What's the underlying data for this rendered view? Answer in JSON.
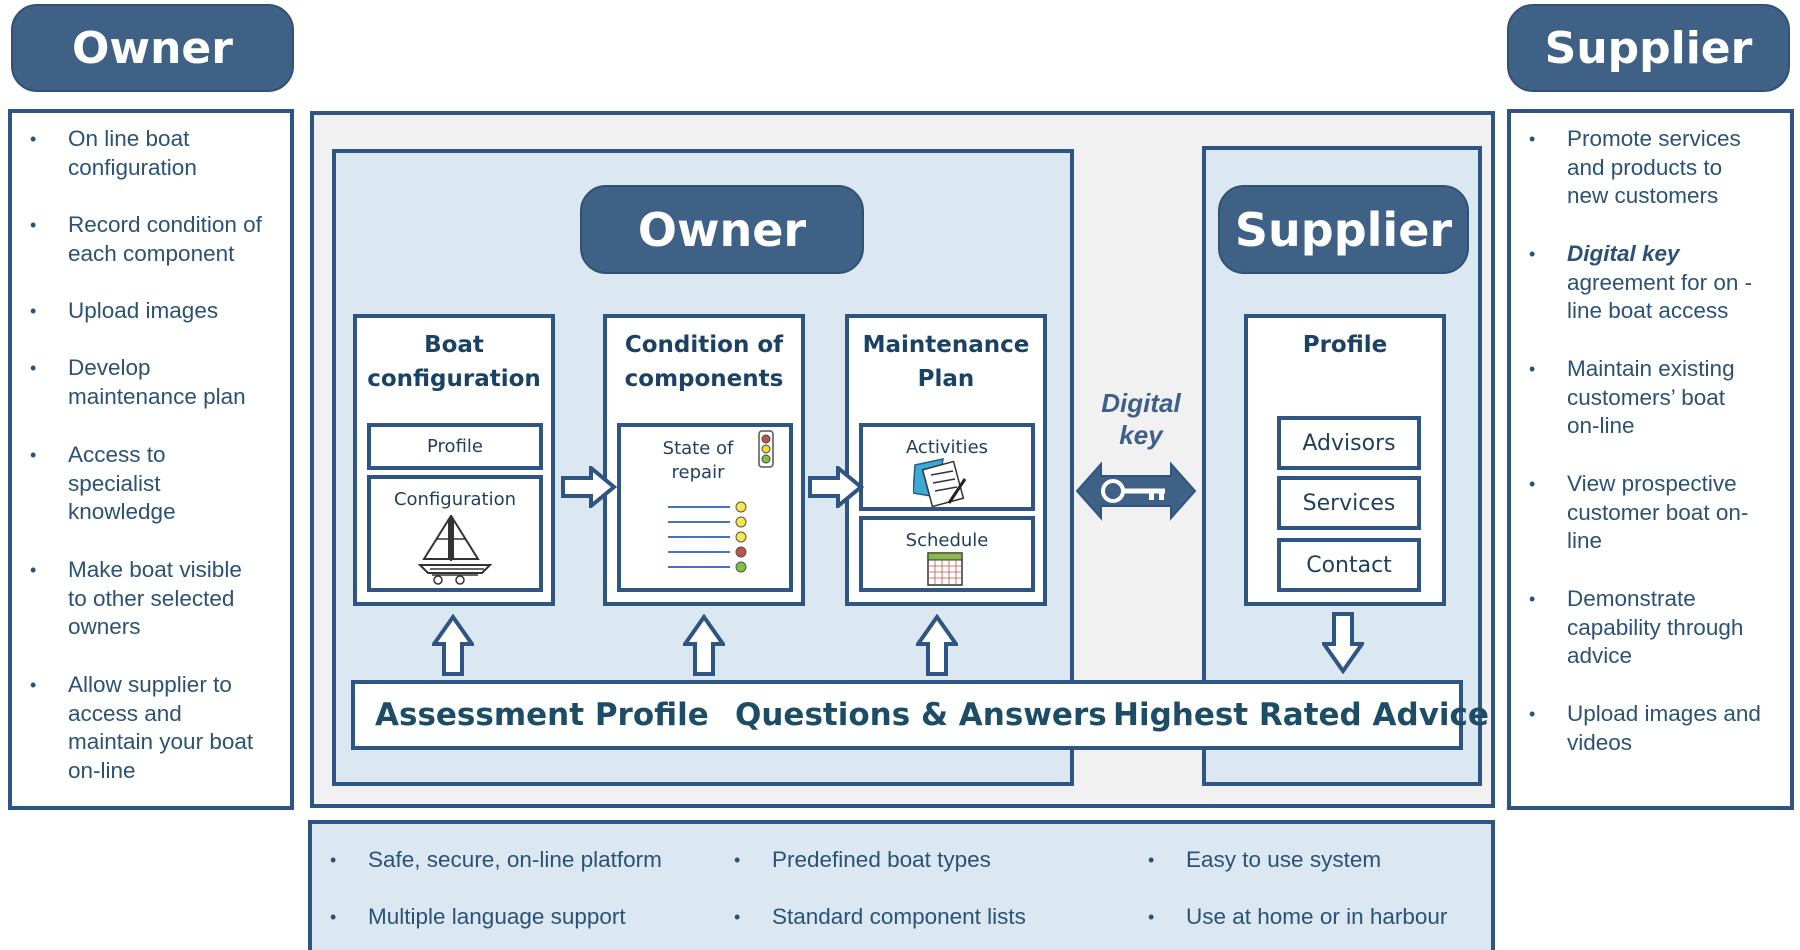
{
  "left": {
    "title": "Owner",
    "items": [
      [
        "On line boat",
        "configuration"
      ],
      [
        "Record condition of",
        "each component"
      ],
      [
        "Upload images"
      ],
      [
        "Develop",
        "maintenance plan"
      ],
      [
        "Access to",
        "specialist",
        "knowledge"
      ],
      [
        "Make boat visible",
        "to other selected",
        "owners"
      ],
      [
        "Allow supplier to",
        "access and",
        "maintain your boat",
        "on-line"
      ]
    ]
  },
  "right": {
    "title": "Supplier",
    "items": [
      [
        "Promote services",
        "and products to",
        "new customers"
      ],
      [
        "Digital key",
        "agreement for on -",
        "line boat access"
      ],
      [
        "Maintain existing",
        "customers’ boat",
        "on-line"
      ],
      [
        "View prospective",
        "customer boat on-",
        "line"
      ],
      [
        "Demonstrate",
        "capability through",
        "advice"
      ],
      [
        "Upload images and",
        "videos"
      ]
    ]
  },
  "owner_panel": {
    "title": "Owner",
    "cards": [
      {
        "title": [
          "Boat",
          "configuration"
        ],
        "sub": [
          "Profile",
          "Configuration"
        ]
      },
      {
        "title": [
          "Condition of",
          "components"
        ],
        "sub": [
          "State of",
          "repair"
        ]
      },
      {
        "title": [
          "Maintenance",
          "Plan"
        ],
        "sub": [
          "Activities",
          "Schedule"
        ]
      }
    ]
  },
  "supplier_panel": {
    "title": "Supplier",
    "card_title": "Profile",
    "buttons": [
      "Advisors",
      "Services",
      "Contact"
    ]
  },
  "digital_key": [
    "Digital",
    "key"
  ],
  "bar": [
    "Assessment Profile",
    "Questions & Answers",
    "Highest Rated Advice"
  ],
  "bottom": [
    "Safe, secure, on-line platform",
    "Predefined boat types",
    "Easy to use system",
    "Multiple language support",
    "Standard component lists",
    "Use at home or in harbour"
  ],
  "bullet": "•",
  "colors": {
    "navy": "#2e5583",
    "pill": "#3e6185",
    "panel_fill": "#dbe8f1",
    "outer_fill": "#f1f1f1",
    "text": "#2b5276"
  }
}
